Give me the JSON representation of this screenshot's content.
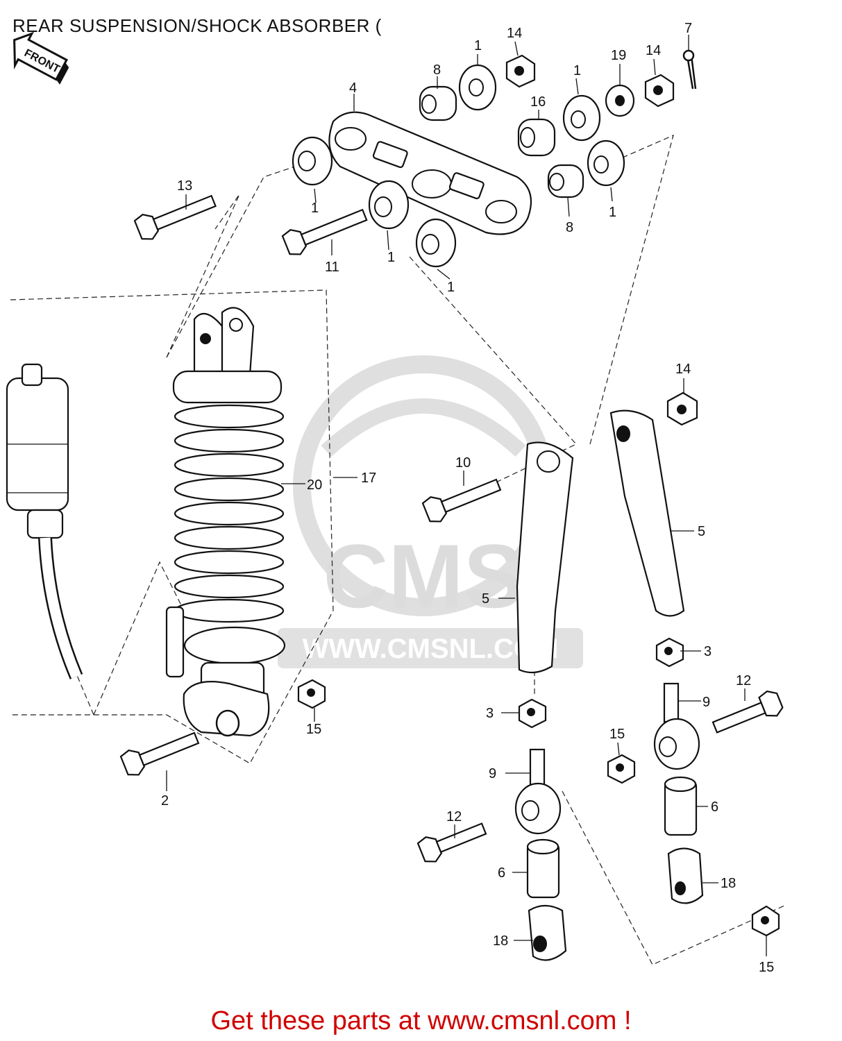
{
  "header": {
    "title": "REAR SUSPENSION/SHOCK ABSORBER ("
  },
  "front_arrow": {
    "label": "FRONT"
  },
  "watermark": {
    "text": "CMS",
    "url": "WWW.CMSNL.COM"
  },
  "callouts": [
    {
      "id": "c1a",
      "text": "1"
    },
    {
      "id": "c1b",
      "text": "1"
    },
    {
      "id": "c1c",
      "text": "1"
    },
    {
      "id": "c1d",
      "text": "1"
    },
    {
      "id": "c1e",
      "text": "1"
    },
    {
      "id": "c1f",
      "text": "1"
    },
    {
      "id": "c2",
      "text": "2"
    },
    {
      "id": "c3a",
      "text": "3"
    },
    {
      "id": "c3b",
      "text": "3"
    },
    {
      "id": "c4",
      "text": "4"
    },
    {
      "id": "c5a",
      "text": "5"
    },
    {
      "id": "c5b",
      "text": "5"
    },
    {
      "id": "c6a",
      "text": "6"
    },
    {
      "id": "c6b",
      "text": "6"
    },
    {
      "id": "c7",
      "text": "7"
    },
    {
      "id": "c8a",
      "text": "8"
    },
    {
      "id": "c8b",
      "text": "8"
    },
    {
      "id": "c9a",
      "text": "9"
    },
    {
      "id": "c9b",
      "text": "9"
    },
    {
      "id": "c10",
      "text": "10"
    },
    {
      "id": "c11",
      "text": "11"
    },
    {
      "id": "c12a",
      "text": "12"
    },
    {
      "id": "c12b",
      "text": "12"
    },
    {
      "id": "c13",
      "text": "13"
    },
    {
      "id": "c14a",
      "text": "14"
    },
    {
      "id": "c14b",
      "text": "14"
    },
    {
      "id": "c14c",
      "text": "14"
    },
    {
      "id": "c15a",
      "text": "15"
    },
    {
      "id": "c15b",
      "text": "15"
    },
    {
      "id": "c15c",
      "text": "15"
    },
    {
      "id": "c16",
      "text": "16"
    },
    {
      "id": "c17",
      "text": "17"
    },
    {
      "id": "c18a",
      "text": "18"
    },
    {
      "id": "c18b",
      "text": "18"
    },
    {
      "id": "c19",
      "text": "19"
    },
    {
      "id": "c20",
      "text": "20"
    }
  ],
  "footer": {
    "text": "Get these parts at www.cmsnl.com !"
  },
  "colors": {
    "ink": "#111111",
    "footer": "#d00000",
    "watermark": "#d9d9d9"
  }
}
